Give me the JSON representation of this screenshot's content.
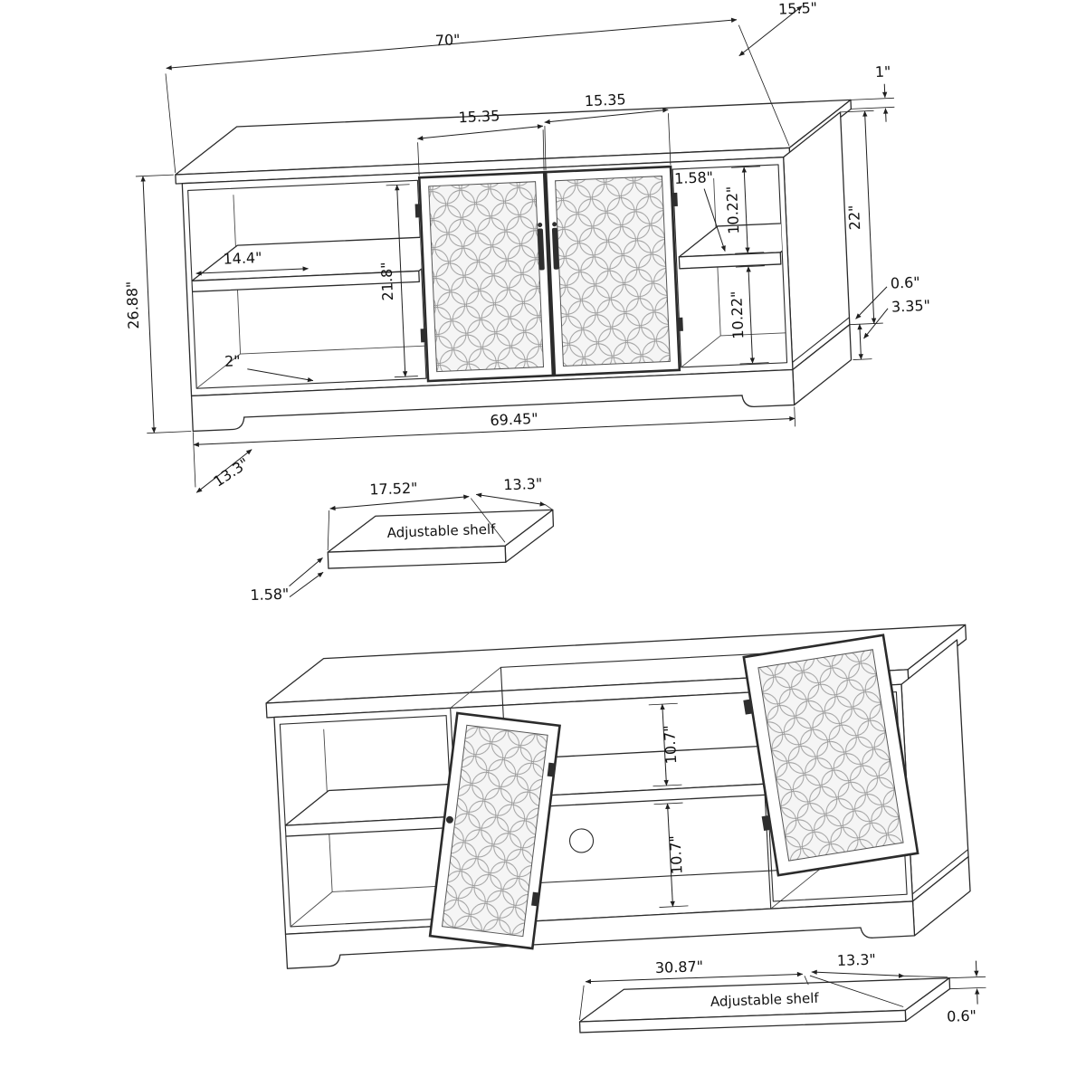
{
  "colors": {
    "line": "#2b2b2b",
    "background": "#ffffff",
    "pattern": "#999999"
  },
  "closed_view": {
    "dims": {
      "width_top": "70\"",
      "depth_top": "15.5\"",
      "top_thickness": "1\"",
      "door_left": "15.35",
      "door_right": "15.35",
      "opening_upper_right": "10.22\"",
      "shelf_thickness": "1.58\"",
      "opening_side_height": "22\"",
      "opening_lower_right": "10.22\"",
      "shelf_depth_left": "14.4\"",
      "height_overall": "26.88\"",
      "opening_left_height": "21.8\"",
      "bottom_panel": "2\"",
      "panel_thickness": "0.6\"",
      "base_height": "3.35\"",
      "width_bottom": "69.45\"",
      "depth_base": "13.3\""
    }
  },
  "small_shelf": {
    "label": "Adjustable shelf",
    "width": "17.52\"",
    "depth": "13.3\"",
    "thickness": "1.58\""
  },
  "open_view": {
    "opening_upper": "10.7\"",
    "opening_lower": "10.7\""
  },
  "large_shelf": {
    "label": "Adjustable shelf",
    "width": "30.87\"",
    "depth": "13.3\"",
    "thickness": "0.6\""
  }
}
